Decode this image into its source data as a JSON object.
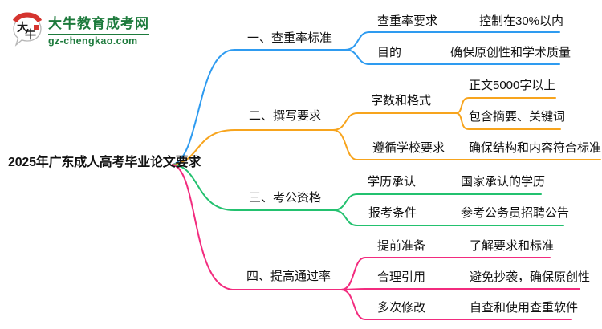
{
  "logo": {
    "site_name": "大牛教育成考网",
    "site_url": "gz-chengkao.com",
    "icon_char_top": "大",
    "icon_char_bottom": "牛",
    "brand_color": "#1D7A3C",
    "icon_accent_color": "#D5342F"
  },
  "colors": {
    "branch1": "#2E9BF0",
    "branch2": "#F7A41D",
    "branch3": "#23C16F",
    "branch4": "#F22B7E",
    "text": "#111111"
  },
  "icons": {
    "logo": "speech-bubble-logo-icon"
  },
  "mindmap": {
    "root": "2025年广东成人高考毕业论文要求",
    "branches": [
      {
        "label": "一、查重率标准",
        "children": [
          {
            "label": "查重率要求",
            "value": "控制在30%以内"
          },
          {
            "label": "目的",
            "value": "确保原创性和学术质量"
          }
        ]
      },
      {
        "label": "二、撰写要求",
        "children": [
          {
            "label": "字数和格式",
            "children": [
              "正文5000字以上",
              "包含摘要、关键词"
            ]
          },
          {
            "label": "遵循学校要求",
            "value": "确保结构和内容符合标准"
          }
        ]
      },
      {
        "label": "三、考公资格",
        "children": [
          {
            "label": "学历承认",
            "value": "国家承认的学历"
          },
          {
            "label": "报考条件",
            "value": "参考公务员招聘公告"
          }
        ]
      },
      {
        "label": "四、提高通过率",
        "children": [
          {
            "label": "提前准备",
            "value": "了解要求和标准"
          },
          {
            "label": "合理引用",
            "value": "避免抄袭，确保原创性"
          },
          {
            "label": "多次修改",
            "value": "自查和使用查重软件"
          }
        ]
      }
    ]
  }
}
